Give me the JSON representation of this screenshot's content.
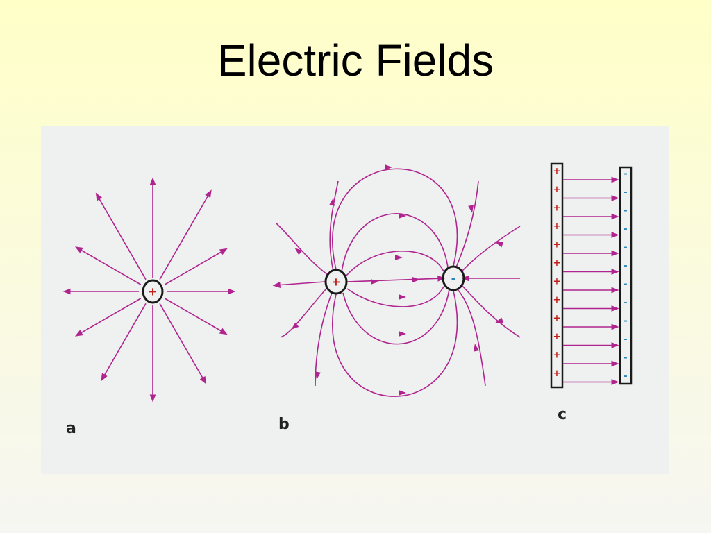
{
  "slide": {
    "title": "Electric Fields"
  },
  "figure": {
    "panels": [
      {
        "id": "a",
        "label": "a",
        "description_charge": "+"
      },
      {
        "id": "b",
        "label": "b",
        "positive_charge": "+",
        "negative_charge": "-"
      },
      {
        "id": "c",
        "label": "c",
        "positive_plate": "+",
        "negative_plate": "-"
      }
    ],
    "colors": {
      "field_line": "#b0248f",
      "charge_outline": "#1a1a1a",
      "positive_sign": "#c0201a",
      "negative_sign": "#2a86b8",
      "panel_bg": "#eef1ef"
    }
  }
}
